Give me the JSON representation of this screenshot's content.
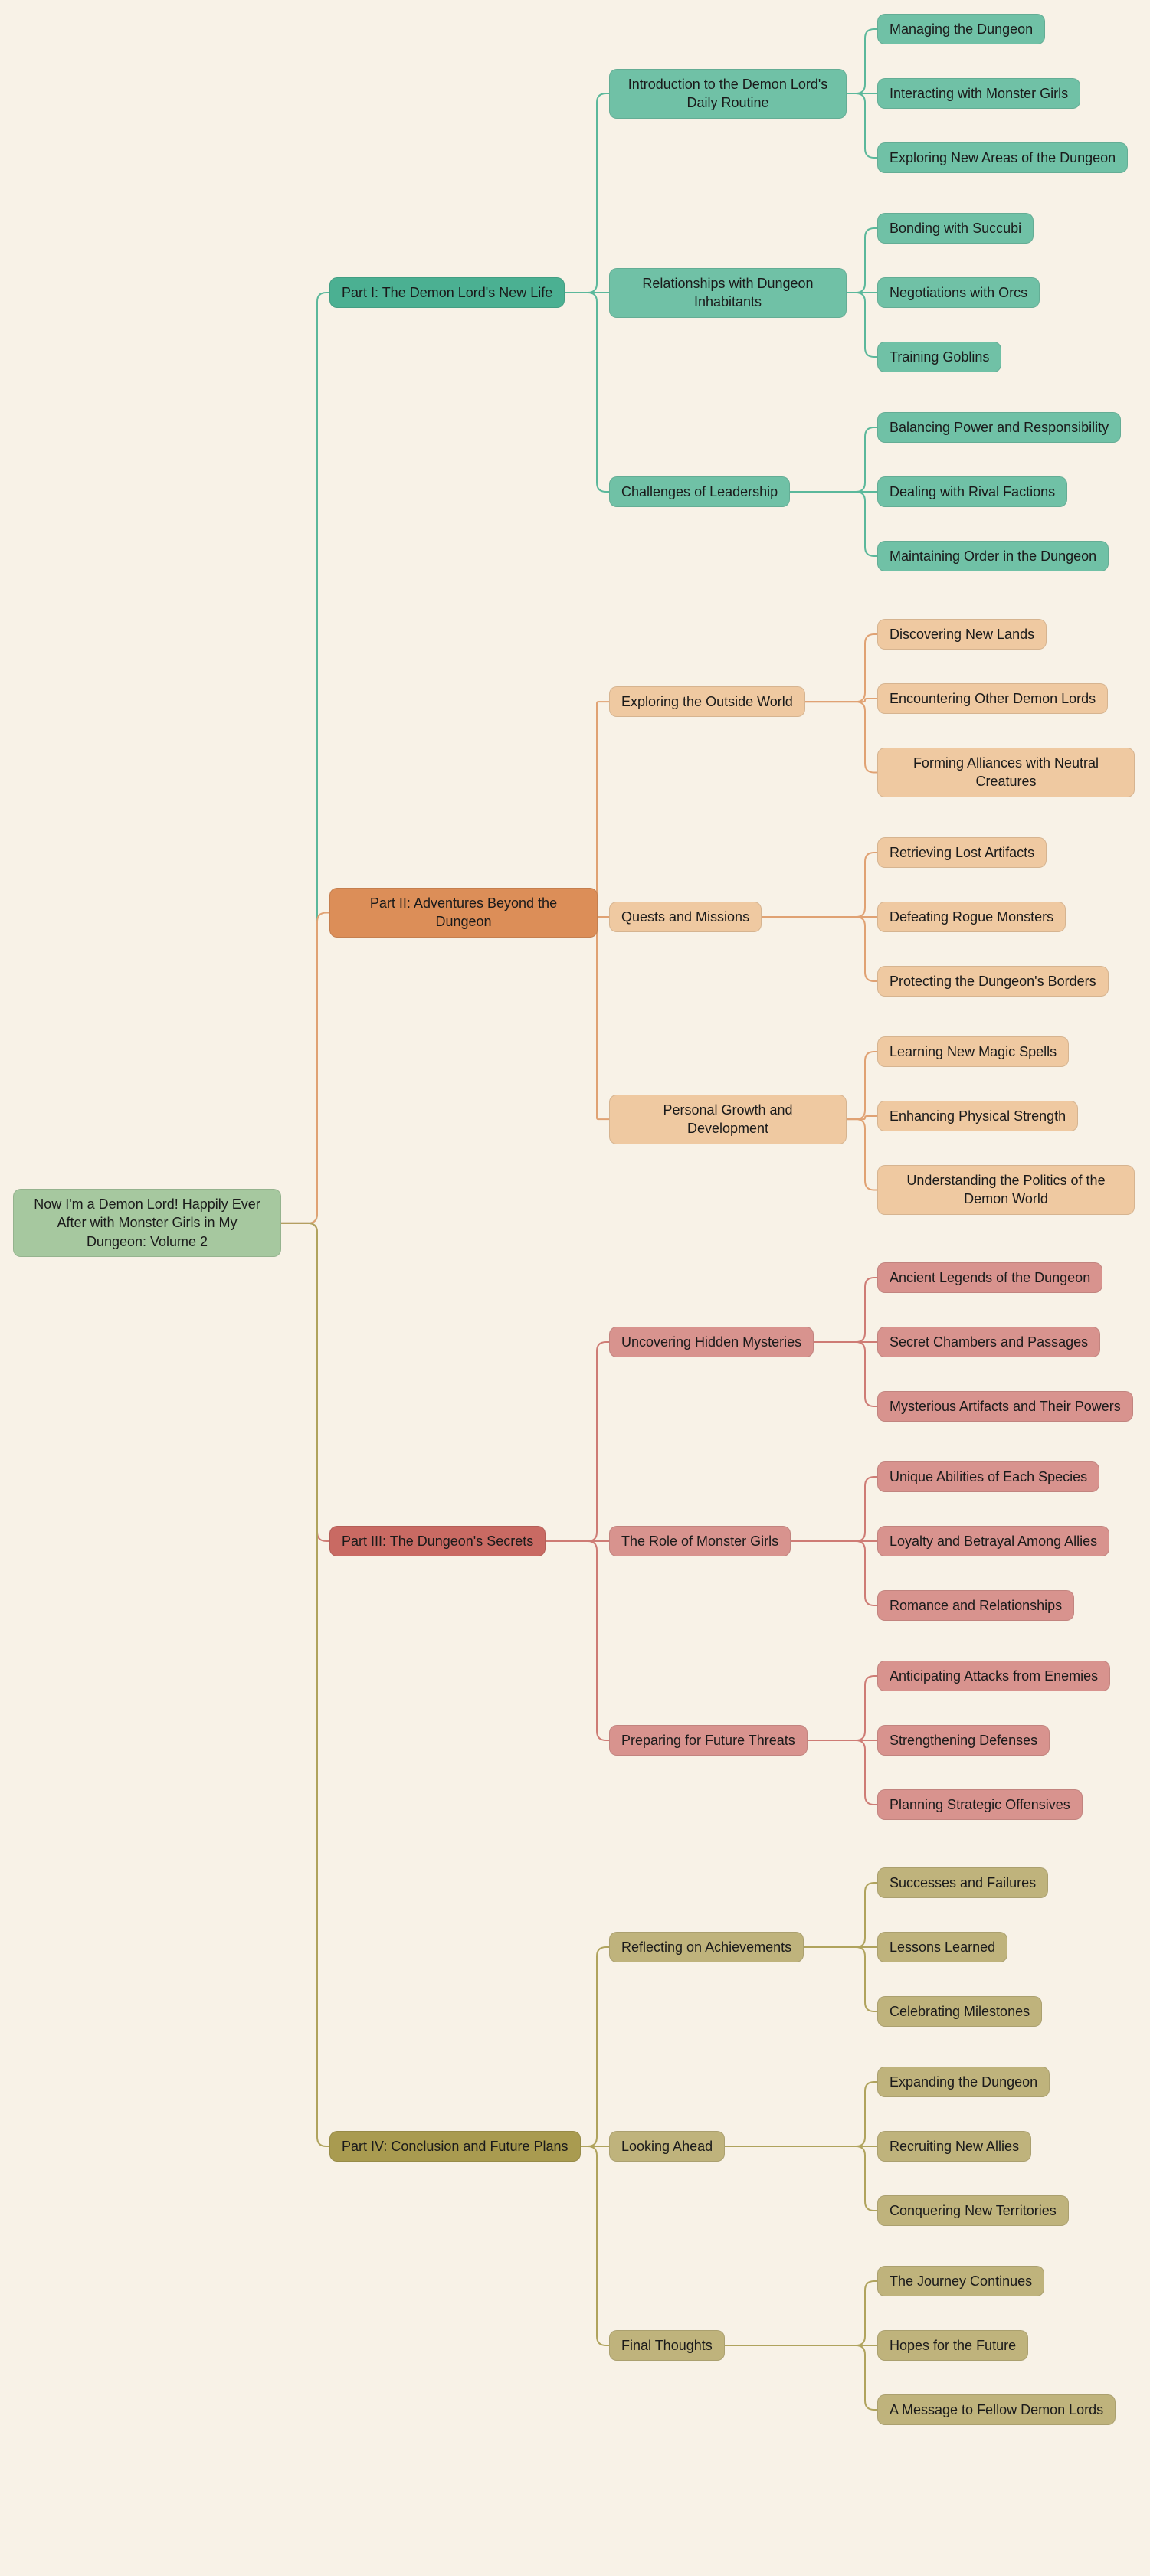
{
  "canvas": {
    "background": "#F8F2E7"
  },
  "root": {
    "label": "Now I'm a Demon Lord! Happily Ever After with Monster Girls in My Dungeon: Volume 2",
    "fill": "#A6C89F"
  },
  "branches": [
    {
      "label": "Part I: The Demon Lord's New Life",
      "colors": {
        "main": "#4BB092",
        "sub": "#70C1A6",
        "line": "#5BB89B"
      },
      "children": [
        {
          "label": "Introduction to the Demon Lord's Daily Routine",
          "children": [
            {
              "label": "Managing the Dungeon"
            },
            {
              "label": "Interacting with Monster Girls"
            },
            {
              "label": "Exploring New Areas of the Dungeon"
            }
          ]
        },
        {
          "label": "Relationships with Dungeon Inhabitants",
          "children": [
            {
              "label": "Bonding with Succubi"
            },
            {
              "label": "Negotiations with Orcs"
            },
            {
              "label": "Training Goblins"
            }
          ]
        },
        {
          "label": "Challenges of Leadership",
          "children": [
            {
              "label": "Balancing Power and Responsibility"
            },
            {
              "label": "Dealing with Rival Factions"
            },
            {
              "label": "Maintaining Order in the Dungeon"
            }
          ]
        }
      ]
    },
    {
      "label": "Part II: Adventures Beyond the Dungeon",
      "colors": {
        "main": "#DC8E58",
        "sub": "#EFC9A1",
        "line": "#E0A273"
      },
      "children": [
        {
          "label": "Exploring the Outside World",
          "children": [
            {
              "label": "Discovering New Lands"
            },
            {
              "label": "Encountering Other Demon Lords"
            },
            {
              "label": "Forming Alliances with Neutral Creatures"
            }
          ]
        },
        {
          "label": "Quests and Missions",
          "children": [
            {
              "label": "Retrieving Lost Artifacts"
            },
            {
              "label": "Defeating Rogue Monsters"
            },
            {
              "label": "Protecting the Dungeon's Borders"
            }
          ]
        },
        {
          "label": "Personal Growth and Development",
          "children": [
            {
              "label": "Learning New Magic Spells"
            },
            {
              "label": "Enhancing Physical Strength"
            },
            {
              "label": "Understanding the Politics of the Demon World"
            }
          ]
        }
      ]
    },
    {
      "label": "Part III: The Dungeon's Secrets",
      "colors": {
        "main": "#C96A63",
        "sub": "#D8938E",
        "line": "#CE7C75"
      },
      "children": [
        {
          "label": "Uncovering Hidden Mysteries",
          "children": [
            {
              "label": "Ancient Legends of the Dungeon"
            },
            {
              "label": "Secret Chambers and Passages"
            },
            {
              "label": "Mysterious Artifacts and Their Powers"
            }
          ]
        },
        {
          "label": "The Role of Monster Girls",
          "children": [
            {
              "label": "Unique Abilities of Each Species"
            },
            {
              "label": "Loyalty and Betrayal Among Allies"
            },
            {
              "label": "Romance and Relationships"
            }
          ]
        },
        {
          "label": "Preparing for Future Threats",
          "children": [
            {
              "label": "Anticipating Attacks from Enemies"
            },
            {
              "label": "Strengthening Defenses"
            },
            {
              "label": "Planning Strategic Offensives"
            }
          ]
        }
      ]
    },
    {
      "label": "Part IV: Conclusion and Future Plans",
      "colors": {
        "main": "#A99B50",
        "sub": "#BFB37C",
        "line": "#B0A35D"
      },
      "children": [
        {
          "label": "Reflecting on Achievements",
          "children": [
            {
              "label": "Successes and Failures"
            },
            {
              "label": "Lessons Learned"
            },
            {
              "label": "Celebrating Milestones"
            }
          ]
        },
        {
          "label": "Looking Ahead",
          "children": [
            {
              "label": "Expanding the Dungeon"
            },
            {
              "label": "Recruiting New Allies"
            },
            {
              "label": "Conquering New Territories"
            }
          ]
        },
        {
          "label": "Final Thoughts",
          "children": [
            {
              "label": "The Journey Continues"
            },
            {
              "label": "Hopes for the Future"
            },
            {
              "label": "A Message to Fellow Demon Lords"
            }
          ]
        }
      ]
    }
  ]
}
